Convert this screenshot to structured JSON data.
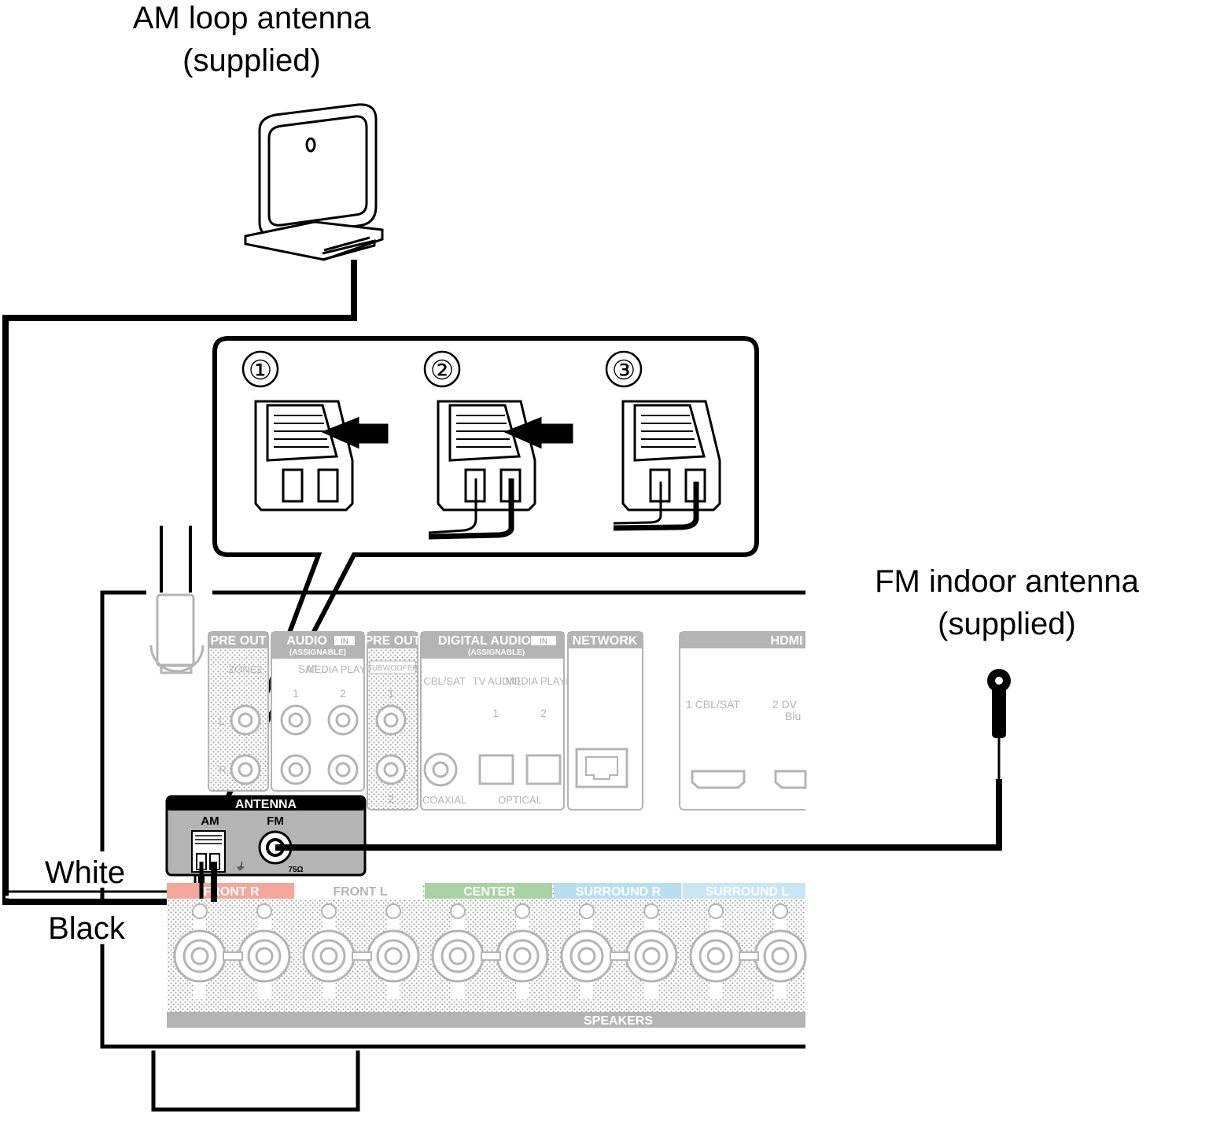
{
  "am_antenna": {
    "title": "AM loop antenna",
    "note": "(supplied)"
  },
  "fm_antenna": {
    "title": "FM indoor antenna",
    "note": "(supplied)"
  },
  "wires": {
    "white": "White",
    "black": "Black"
  },
  "steps": [
    "①",
    "②",
    "③"
  ],
  "antenna_panel": {
    "title": "ANTENNA",
    "am": "AM",
    "fm": "FM",
    "impedance": "75Ω"
  },
  "panels": {
    "preout_zone2": {
      "title": "PRE OUT",
      "sub": "ZONE2",
      "l": "L",
      "r": "R"
    },
    "audio_in": {
      "title": "AUDIO",
      "badge": "IN",
      "sub": "(ASSIGNABLE)",
      "col1": "SAT",
      "col1_num": "1",
      "col2": "MEDIA PLAYER",
      "col2_num": "2"
    },
    "preout_sub": {
      "title": "PRE OUT",
      "sub": "SUBWOOFER",
      "n1": "1",
      "n2": "2"
    },
    "digital_audio": {
      "title": "DIGITAL AUDIO",
      "badge": "IN",
      "sub": "(ASSIGNABLE)",
      "c1": "CBL/SAT",
      "c2": "TV AUDIO",
      "c3": "MEDIA PLAYER",
      "n1": "1",
      "n2": "2",
      "coaxial": "COAXIAL",
      "optical": "OPTICAL"
    },
    "network": {
      "title": "NETWORK"
    },
    "hdmi": {
      "title": "HDMI",
      "in1": "1  CBL/SAT",
      "in2": "2  DV",
      "in2b": "Blu"
    }
  },
  "speakers": {
    "label": "SPEAKERS",
    "groups": [
      {
        "name": "FRONT",
        "side": "R",
        "color": "#f2a79a"
      },
      {
        "name": "FRONT",
        "side": "L",
        "color": "#ffffff"
      },
      {
        "name": "CENTER",
        "side": "",
        "color": "#a9d3a4"
      },
      {
        "name": "SURROUND",
        "side": "R",
        "color": "#b7dff0"
      },
      {
        "name": "SURROUND",
        "side": "L",
        "color": "#c9e6f3"
      }
    ]
  }
}
